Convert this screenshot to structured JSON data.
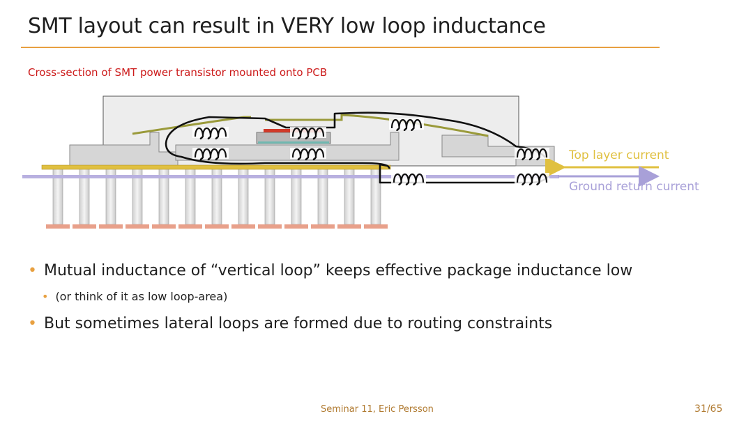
{
  "slide": {
    "title": "SMT layout can result in VERY low loop inductance",
    "caption": "Cross-section of SMT power transistor mounted onto PCB"
  },
  "diagram": {
    "top_layer_label": "Top layer current",
    "ground_return_label": "Ground return current",
    "colors": {
      "top_layer": "#e0c040",
      "ground_return": "#a8a0d8",
      "loop": "#111111",
      "package": "#e4e4e4",
      "via_pad": "#e8a08a"
    },
    "inductor_icon": "inductor-coil-icon"
  },
  "bullets": {
    "item1": "Mutual inductance of “vertical loop” keeps effective package inductance low",
    "item1_sub": "(or think of it as low loop-area)",
    "item2": "But sometimes lateral loops are formed due to routing constraints"
  },
  "footer": {
    "text": "Seminar 11, Eric Persson",
    "page": "31/65"
  }
}
